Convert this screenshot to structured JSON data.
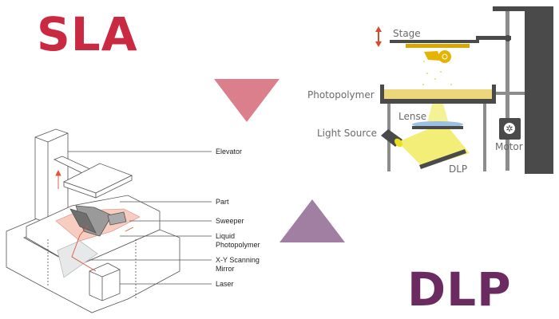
{
  "sla": {
    "title": "SLA",
    "labels": {
      "elevator": "Elevator",
      "part": "Part",
      "sweeper": "Sweeper",
      "liquid_line1": "Liquid",
      "liquid_line2": "Photopolymer",
      "mirror_line1": "X-Y Scanning",
      "mirror_line2": "Mirror",
      "laser": "Laser"
    }
  },
  "dlp": {
    "title": "DLP",
    "labels": {
      "stage": "Stage",
      "photopolymer": "Photopolymer",
      "lense": "Lense",
      "light_source": "Light Source",
      "dlp": "DLP",
      "motor": "Motor"
    }
  },
  "colors": {
    "sla": "#c92a42",
    "dlp": "#6b2a60",
    "triangle_down": "#db7f8c",
    "triangle_up": "#a07fa2"
  }
}
